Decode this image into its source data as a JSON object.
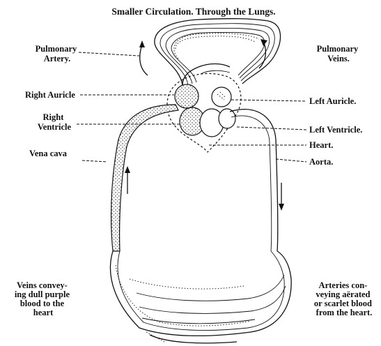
{
  "title": "Smaller Circulation.  Through the Lungs.",
  "labels": {
    "pulmonary_artery": [
      "Pulmonary",
      "Artery."
    ],
    "pulmonary_veins": [
      "Pulmonary",
      "Veins."
    ],
    "right_auricle": "Right Auricle",
    "left_auricle": "Left Auricle.",
    "right_ventricle": [
      "Right",
      "Ventricle"
    ],
    "left_ventricle": "Left Ventricle.",
    "heart": "Heart.",
    "vena_cava": "Vena cava",
    "aorta": "Aorta.",
    "veins_caption": [
      "Veins convey-",
      "ing dull purple",
      "blood to the",
      "heart"
    ],
    "arteries_caption": [
      "Arteries con-",
      "veying aërated",
      "or scarlet blood",
      "from the heart."
    ]
  }
}
